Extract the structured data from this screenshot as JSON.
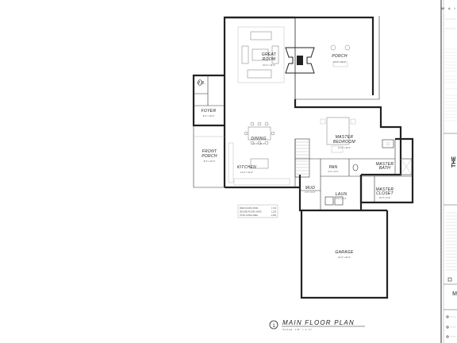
{
  "plan_title": "MAIN FLOOR PLAN",
  "plan_scale": "SCALE: 1/8\" = 1'-0\"",
  "plan_number": "1",
  "rooms": {
    "great_room": {
      "name": "GREAT\nROOM",
      "dims": "15'-0\" x 16'-0\""
    },
    "porch": {
      "name": "PORCH",
      "dims": "13'-0\" x 16'-0\""
    },
    "foyer": {
      "name": "FOYER",
      "dims": "8'-0\" x 10'-0\""
    },
    "dining": {
      "name": "DINING",
      "dims": "14'-0\" x 12'-0\""
    },
    "master_bedroom": {
      "name": "MASTER\nBEDROOM",
      "dims": "14'-0\" x 16'-0\""
    },
    "front_porch": {
      "name": "FRONT\nPORCH",
      "dims": "8'-0\" x 20'-0\""
    },
    "kitchen": {
      "name": "KITCHEN",
      "dims": "14'-0\" x 12'-0\""
    },
    "pan": {
      "name": "PAN",
      "dims": "6'-0\" x 5'-0\""
    },
    "master_bath": {
      "name": "MASTER\nBATH",
      "dims": ""
    },
    "mud": {
      "name": "MUD",
      "dims": "6'-0\" x 6'-0\""
    },
    "laun": {
      "name": "LAUN",
      "dims": "6'-0\" x 8'-0\""
    },
    "master_closet": {
      "name": "MASTER\nCLOSET",
      "dims": "10'-0\" x 8'-0\""
    },
    "garage": {
      "name": "GARAGE",
      "dims": "22'-0\" x 24'-0\""
    },
    "pr": {
      "name": "P.R.",
      "dims": ""
    }
  },
  "square_footage": [
    {
      "label": "MAIN FLOOR LIVING",
      "value": "1,724"
    },
    {
      "label": "SECOND FLOOR LIVING",
      "value": "1,120"
    },
    {
      "label": "TOTAL LIVING AREA",
      "value": "2,844"
    }
  ],
  "title_block": {
    "top_label": "W A I",
    "vertical_title": "THE",
    "bottom_letter": "M"
  }
}
